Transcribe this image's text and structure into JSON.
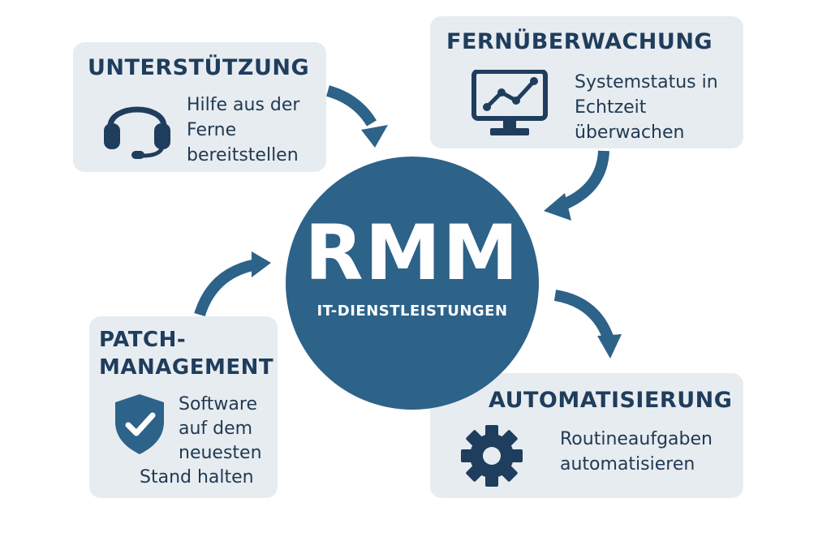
{
  "hub": {
    "title": "RMM",
    "subtitle": "IT-DIENSTLEISTUNGEN"
  },
  "cards": {
    "support": {
      "title": "UNTERSTÜTZUNG",
      "desc": [
        "Hilfe aus der",
        "Ferne",
        "bereitstellen"
      ],
      "icon": "headset-icon"
    },
    "monitoring": {
      "title": "FERNÜBERWACHUNG",
      "desc": [
        "Systemstatus in",
        "Echtzeit",
        "überwachen"
      ],
      "icon": "monitor-chart-icon"
    },
    "patch": {
      "title": [
        "PATCH-",
        "MANAGEMENT"
      ],
      "desc": [
        "Software",
        "auf dem",
        "neuesten",
        "Stand halten"
      ],
      "icon": "shield-check-icon"
    },
    "automation": {
      "title": "AUTOMATISIERUNG",
      "desc": [
        "Routineaufgaben",
        "automatisieren"
      ],
      "icon": "gear-icon"
    }
  },
  "colors": {
    "primary": "#2d6289",
    "card_bg": "#e7ecf1",
    "text": "#213a52"
  }
}
